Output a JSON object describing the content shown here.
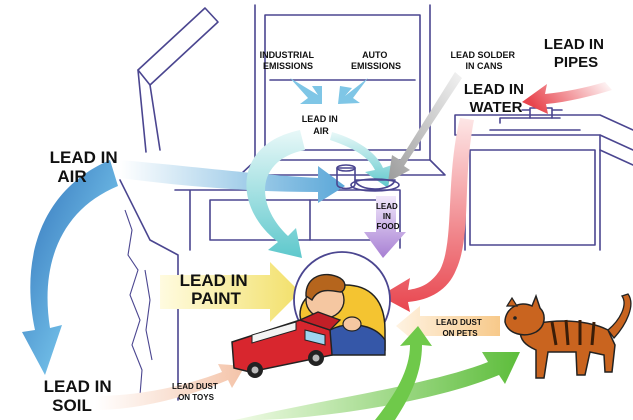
{
  "labels": {
    "industrial_emissions": [
      "INDUSTRIAL",
      "EMISSIONS"
    ],
    "auto_emissions": [
      "AUTO",
      "EMISSIONS"
    ],
    "lead_solder_in_cans": [
      "LEAD SOLDER",
      "IN CANS"
    ],
    "lead_in_pipes": [
      "LEAD IN",
      "PIPES"
    ],
    "lead_in_water": [
      "LEAD IN",
      "WATER"
    ],
    "lead_in_air_window": [
      "LEAD IN",
      "AIR"
    ],
    "lead_in_air_left": [
      "LEAD IN",
      "AIR"
    ],
    "lead_in_food": [
      "LEAD",
      "IN",
      "FOOD"
    ],
    "lead_in_paint": [
      "LEAD IN",
      "PAINT"
    ],
    "lead_dust_on_pets": [
      "LEAD DUST",
      "ON PETS"
    ],
    "lead_in_soil": [
      "LEAD IN",
      "SOIL"
    ],
    "lead_dust_on_toys": [
      "LEAD DUST",
      "ON TOYS"
    ]
  },
  "colors": {
    "outline": "#4b4690",
    "arrow_blue": "#5aa7d8",
    "arrow_teal": "#7fd3d6",
    "arrow_red": "#e8454e",
    "arrow_purple": "#b48ad8",
    "arrow_yellow": "#f2e87a",
    "arrow_orange": "#f2b267",
    "arrow_green": "#6fc94a",
    "arrow_grey": "#b8b8b8"
  }
}
